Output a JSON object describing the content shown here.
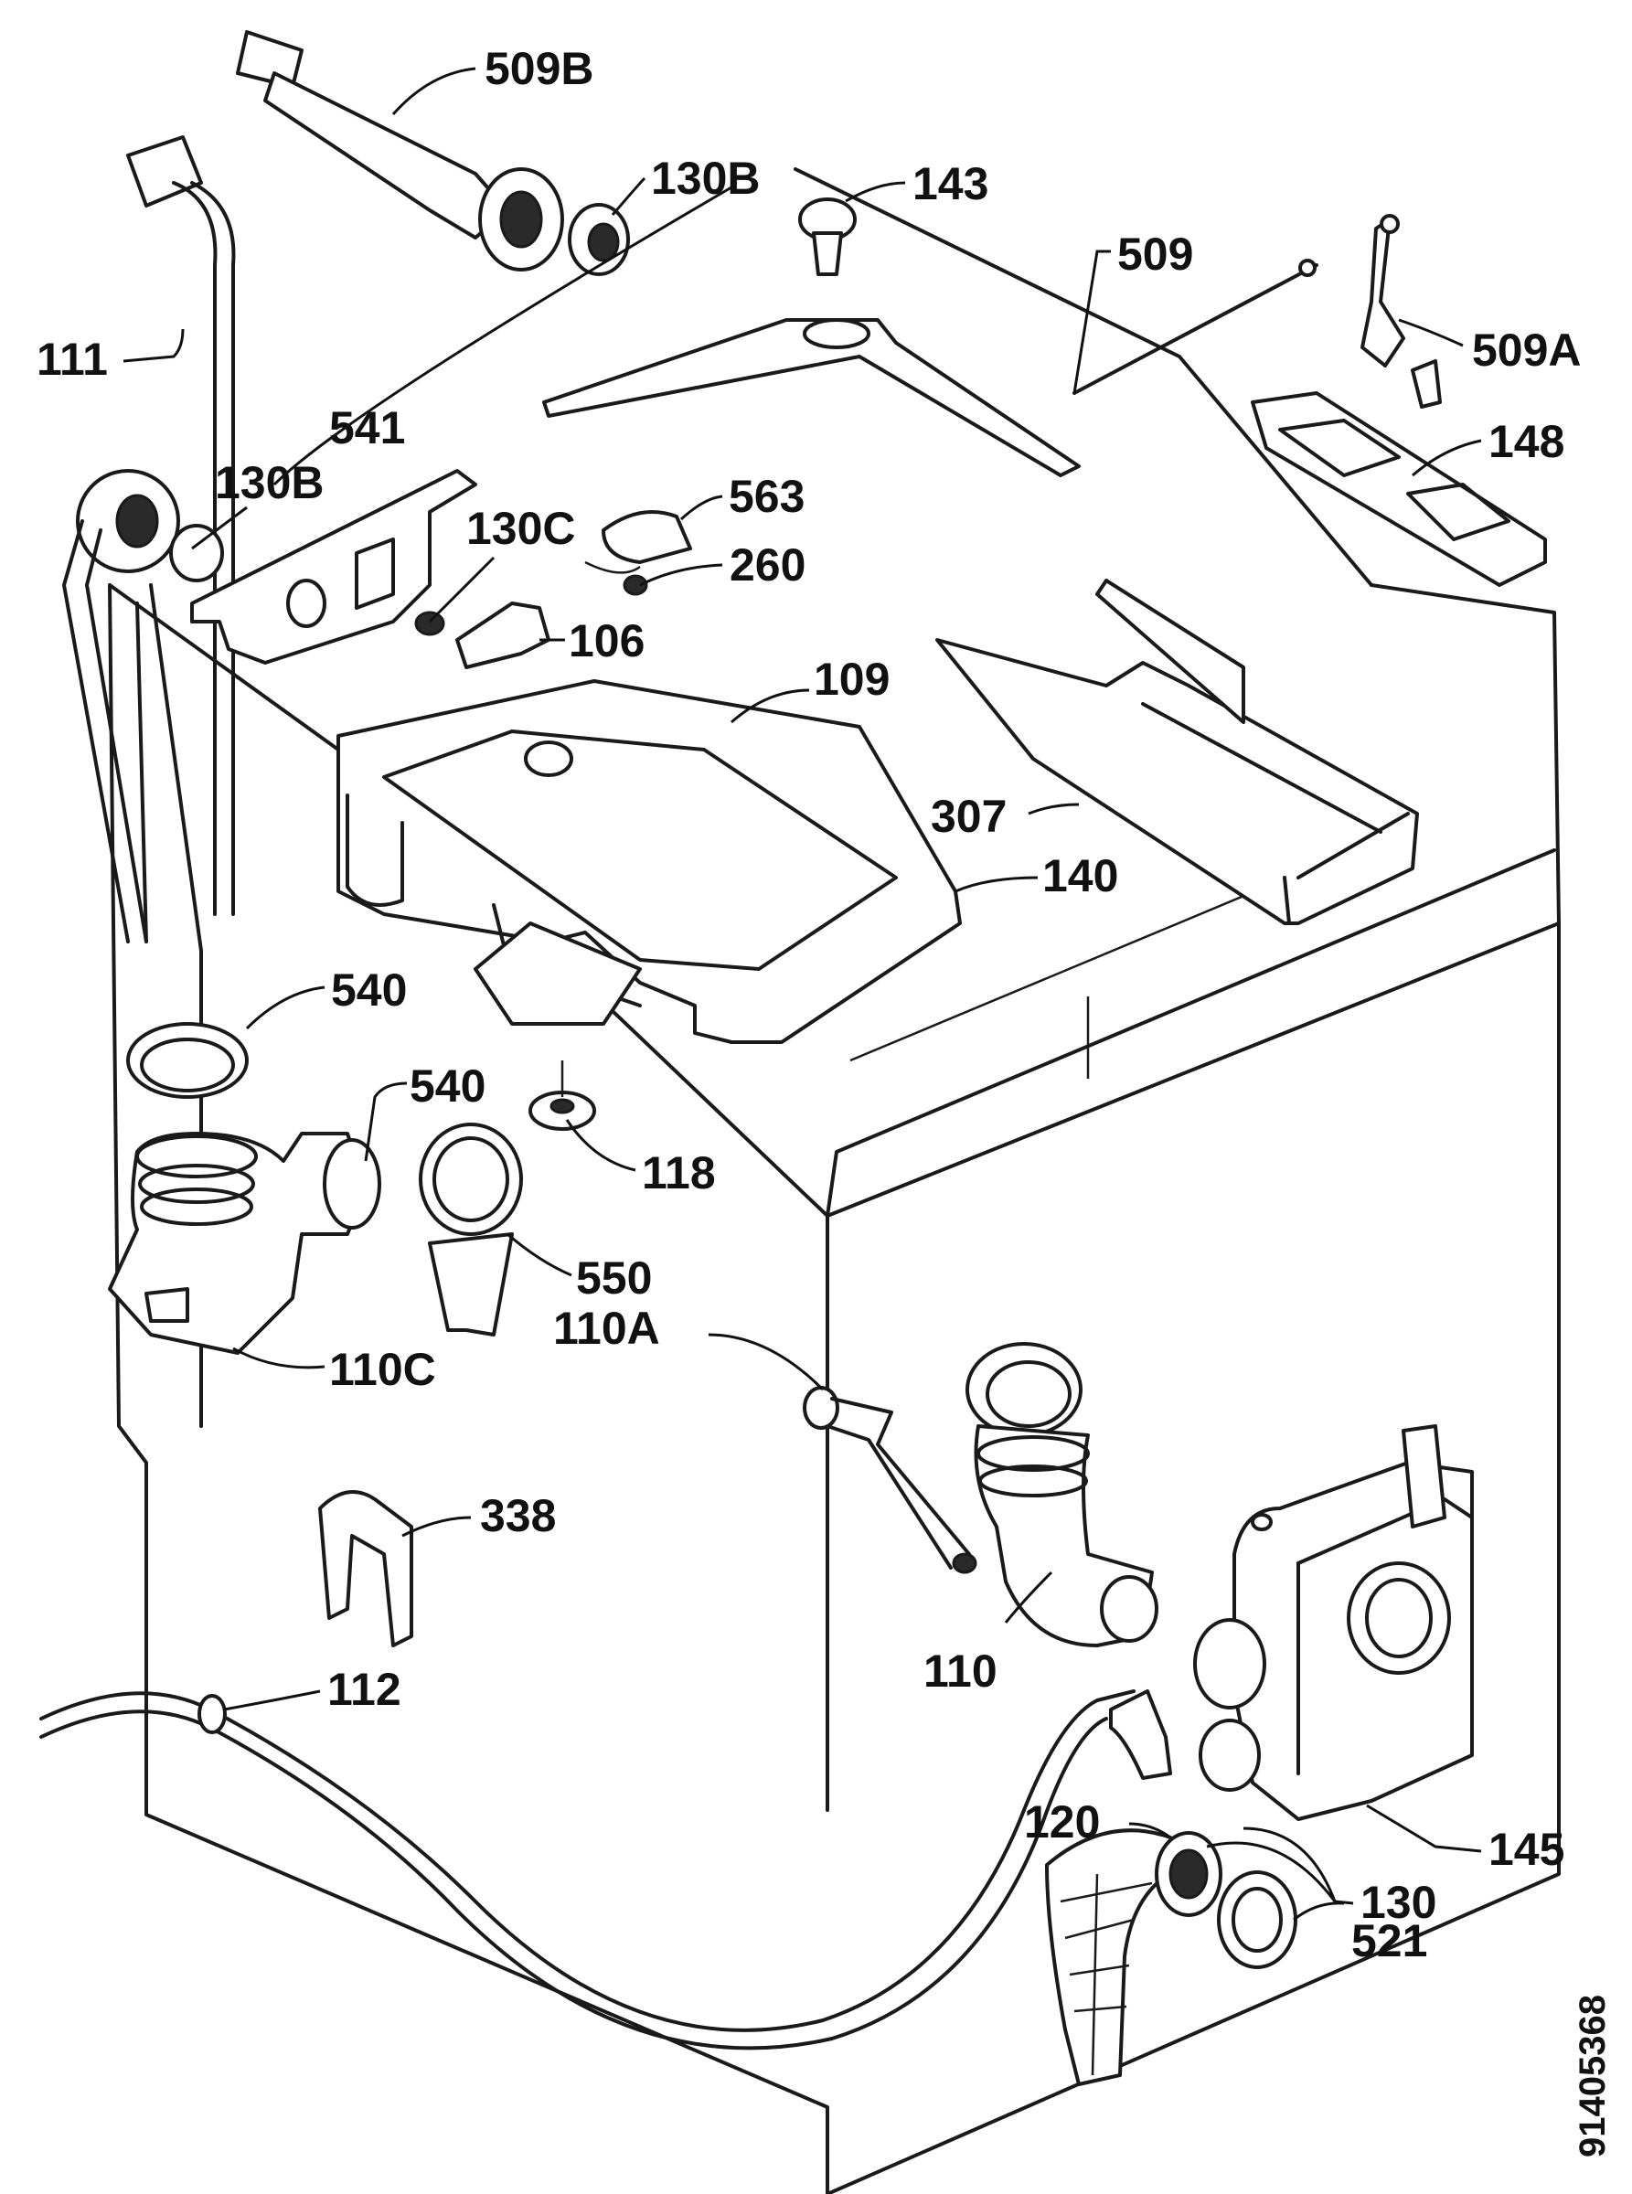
{
  "document_number": "91405368",
  "labels": [
    {
      "id": "509B",
      "text": "509B"
    },
    {
      "id": "130B_top",
      "text": "130B"
    },
    {
      "id": "143",
      "text": "143"
    },
    {
      "id": "509",
      "text": "509"
    },
    {
      "id": "509A",
      "text": "509A"
    },
    {
      "id": "111",
      "text": "111"
    },
    {
      "id": "541",
      "text": "541"
    },
    {
      "id": "130B_mid",
      "text": "130B"
    },
    {
      "id": "148",
      "text": "148"
    },
    {
      "id": "563",
      "text": "563"
    },
    {
      "id": "130C",
      "text": "130C"
    },
    {
      "id": "260",
      "text": "260"
    },
    {
      "id": "106",
      "text": "106"
    },
    {
      "id": "109",
      "text": "109"
    },
    {
      "id": "307",
      "text": "307"
    },
    {
      "id": "140",
      "text": "140"
    },
    {
      "id": "540_top",
      "text": "540"
    },
    {
      "id": "540_mid",
      "text": "540"
    },
    {
      "id": "118",
      "text": "118"
    },
    {
      "id": "550",
      "text": "550"
    },
    {
      "id": "110A",
      "text": "110A"
    },
    {
      "id": "110C",
      "text": "110C"
    },
    {
      "id": "338",
      "text": "338"
    },
    {
      "id": "110",
      "text": "110"
    },
    {
      "id": "112",
      "text": "112"
    },
    {
      "id": "145",
      "text": "145"
    },
    {
      "id": "130",
      "text": "130"
    },
    {
      "id": "120",
      "text": "120"
    },
    {
      "id": "521",
      "text": "521"
    }
  ]
}
